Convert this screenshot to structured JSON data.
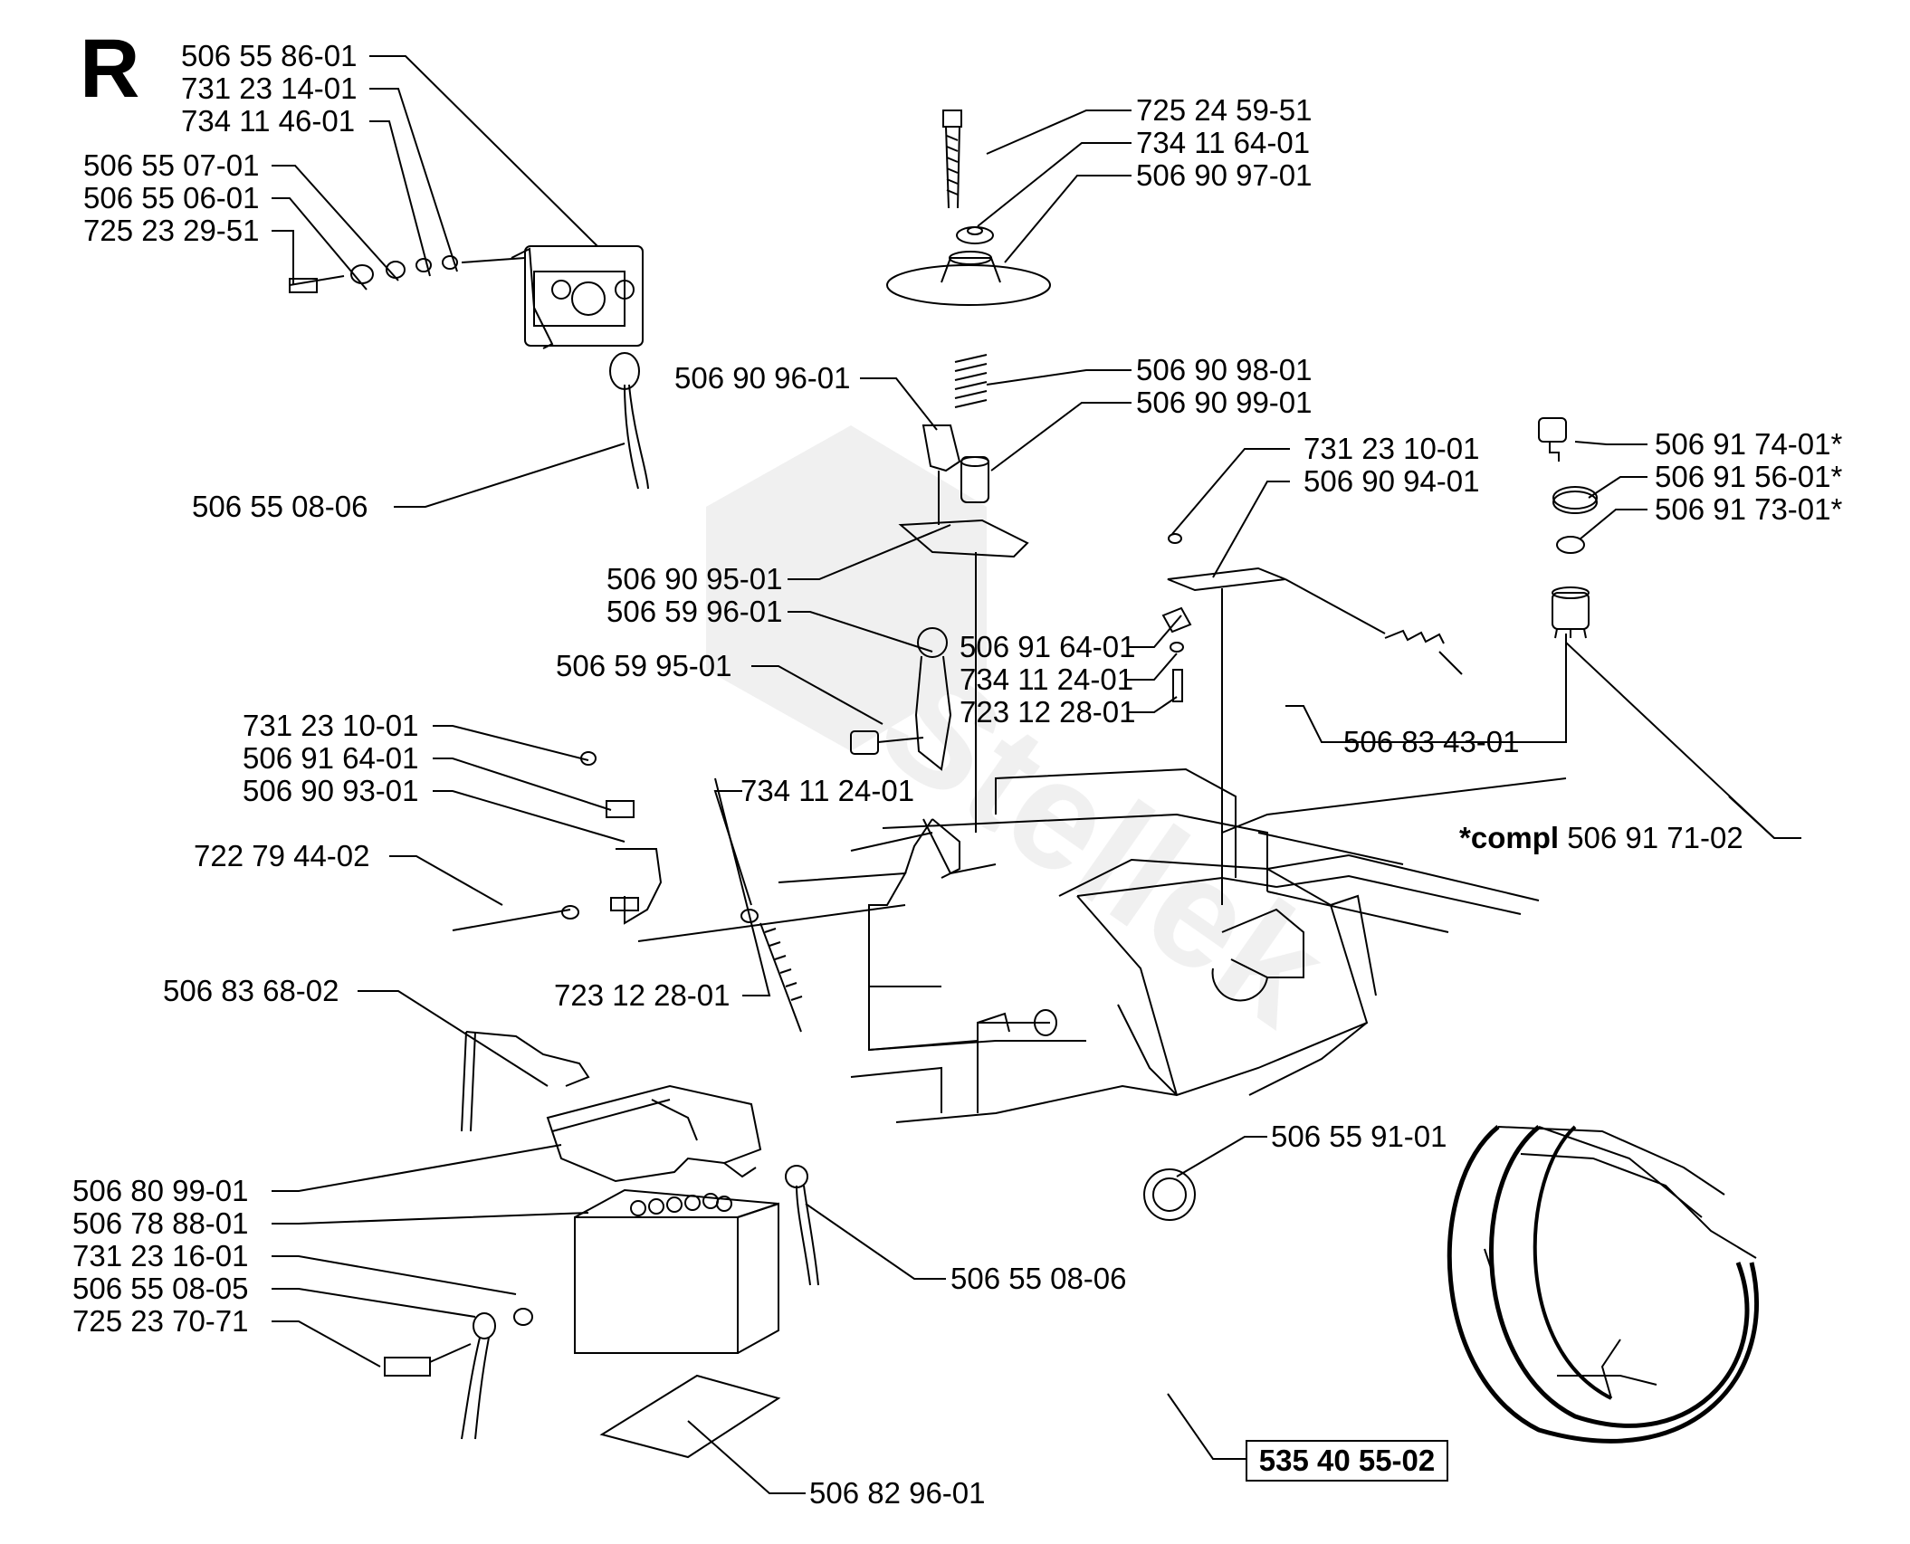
{
  "section_letter": "R",
  "labels": {
    "l_506_55_86_01": "506 55 86-01",
    "l_731_23_14_01": "731 23 14-01",
    "l_734_11_46_01": "734 11 46-01",
    "l_506_55_07_01": "506 55 07-01",
    "l_506_55_06_01": "506 55 06-01",
    "l_725_23_29_51": "725 23 29-51",
    "l_506_55_08_06_top": "506 55 08-06",
    "l_725_24_59_51": "725 24 59-51",
    "l_734_11_64_01": "734 11 64-01",
    "l_506_90_97_01": "506 90 97-01",
    "l_506_90_96_01": "506 90 96-01",
    "l_506_90_98_01": "506 90 98-01",
    "l_506_90_99_01": "506 90 99-01",
    "l_731_23_10_01_right": "731 23 10-01",
    "l_506_90_94_01": "506 90 94-01",
    "l_506_91_74_01": "506 91 74-01*",
    "l_506_91_56_01": "506 91 56-01*",
    "l_506_91_73_01": "506 91 73-01*",
    "l_506_90_95_01": "506 90 95-01",
    "l_506_59_96_01": "506 59 96-01",
    "l_506_91_64_01_mid": "506 91 64-01",
    "l_734_11_24_01_mid": "734 11 24-01",
    "l_723_12_28_01_mid": "723 12 28-01",
    "l_506_59_95_01": "506 59 95-01",
    "l_506_83_43_01": "506 83 43-01",
    "l_731_23_10_01_left": "731 23 10-01",
    "l_506_91_64_01_left": "506 91 64-01",
    "l_734_11_24_01_left": "734 11 24-01",
    "l_506_90_93_01": "506 90 93-01",
    "l_compl_prefix": "*compl",
    "l_compl_number": "506 91 71-02",
    "l_722_79_44_02": "722 79 44-02",
    "l_723_12_28_01_left": "723 12 28-01",
    "l_506_83_68_02": "506 83 68-02",
    "l_506_55_91_01": "506 55 91-01",
    "l_506_80_99_01": "506 80 99-01",
    "l_506_78_88_01": "506 78 88-01",
    "l_731_23_16_01": "731 23 16-01",
    "l_506_55_08_05": "506 55 08-05",
    "l_725_23_70_71": "725 23 70-71",
    "l_506_55_08_06_bottom": "506 55 08-06",
    "l_506_82_96_01": "506 82 96-01",
    "l_535_40_55_02": "535 40 55-02"
  }
}
